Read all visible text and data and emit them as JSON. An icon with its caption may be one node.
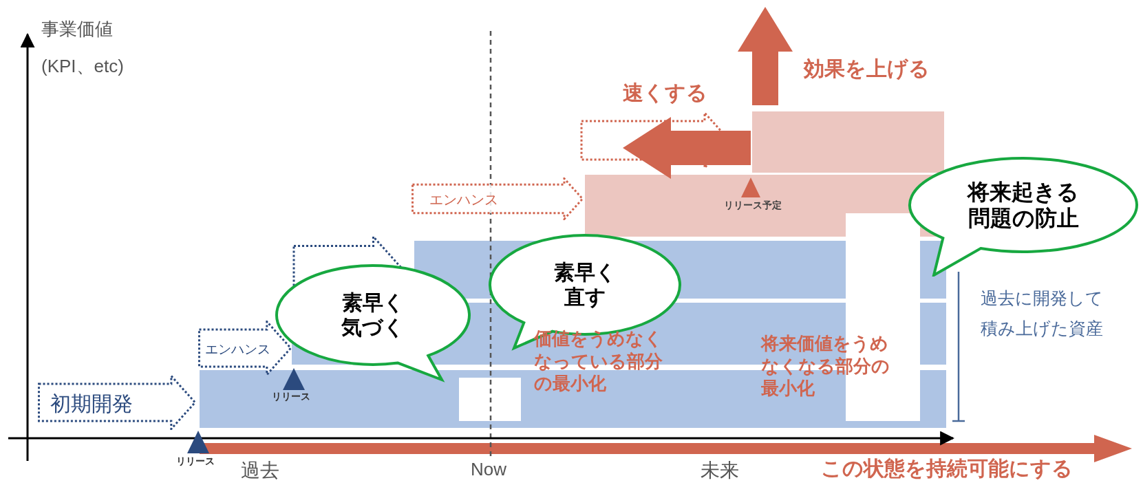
{
  "diagram": {
    "nodes": [
      {
        "text": [
          "初期開発"
        ]
      },
      {
        "text": [
          "エンハンス"
        ]
      },
      {
        "text": [
          "エンハンス"
        ]
      },
      {
        "text": [
          "素早く気づく"
        ]
      },
      {
        "text": [
          "素早く直す"
        ]
      },
      {
        "text": [
          "将来起きる問題の防止"
        ]
      }
    ],
    "labels": [
      "事業価値",
      "(KPI、etc)",
      "効果を上げる",
      "速くする",
      "リリース予定",
      "過去に開発して積み上げた資産",
      "価値をうめなくなっている部分の最小化",
      "将来価値をうめなくなる部分の最小化",
      "リリース",
      "リリース",
      "過去",
      "Now",
      "未来",
      "この状態を持続可能にする"
    ]
  }
}
